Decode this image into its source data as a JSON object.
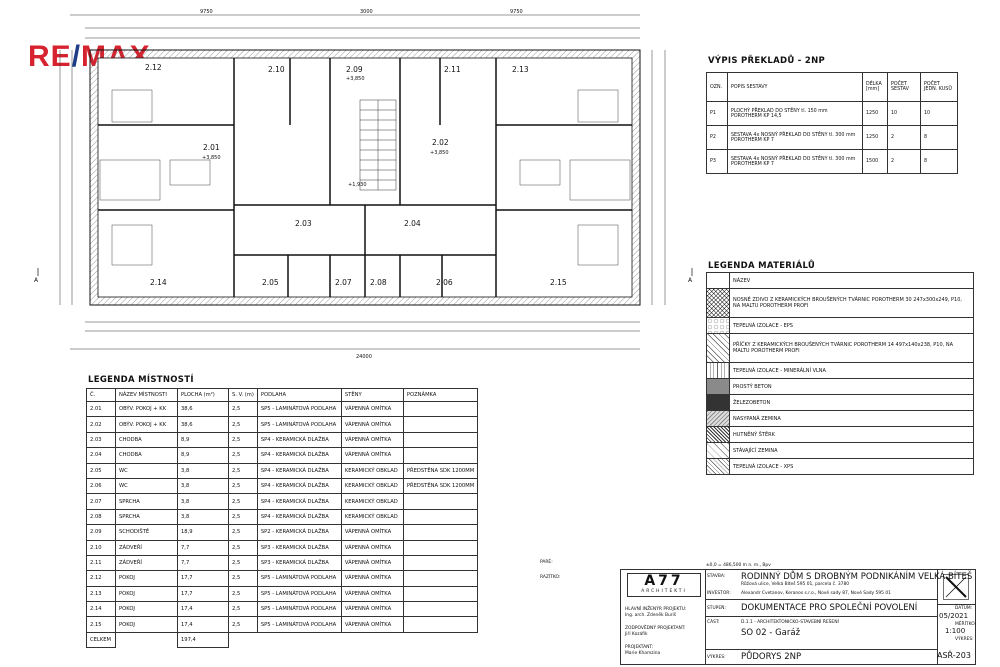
{
  "logo": {
    "re": "RE",
    "slash": "/",
    "max": "MAX"
  },
  "plan": {
    "rooms": [
      {
        "id": "2.12"
      },
      {
        "id": "2.10"
      },
      {
        "id": "2.09"
      },
      {
        "id": "2.11"
      },
      {
        "id": "2.13"
      },
      {
        "id": "2.01"
      },
      {
        "id": "2.02"
      },
      {
        "id": "2.03"
      },
      {
        "id": "2.04"
      },
      {
        "id": "2.14"
      },
      {
        "id": "2.05"
      },
      {
        "id": "2.06"
      },
      {
        "id": "2.07"
      },
      {
        "id": "2.08"
      },
      {
        "id": "2.15"
      }
    ],
    "levels": {
      "l201": "+3,850",
      "l202": "+3,850",
      "l209": "+3,850",
      "lstair": "+1,930"
    },
    "top_dims": [
      "9750",
      "3000",
      "9750"
    ],
    "total_dim": "24000",
    "axis_a": "A"
  },
  "rooms_legend": {
    "title": "LEGENDA MÍSTNOSTÍ",
    "headers": [
      "Č.",
      "NÁZEV MÍSTNOSTI",
      "PLOCHA (m²)",
      "S. V. (m)",
      "PODLAHA",
      "STĚNY",
      "POZNÁMKA"
    ],
    "rows": [
      [
        "2.01",
        "OBÝV. POKOJ + KK",
        "38,6",
        "2,5",
        "SP5 - LAMINÁTOVÁ PODLAHA",
        "VÁPENNÁ OMÍTKA",
        ""
      ],
      [
        "2.02",
        "OBÝV. POKOJ + KK",
        "38,6",
        "2,5",
        "SP5 - LAMINÁTOVÁ PODLAHA",
        "VÁPENNÁ OMÍTKA",
        ""
      ],
      [
        "2.03",
        "CHODBA",
        "8,9",
        "2,5",
        "SP4 - KERAMICKÁ DLAŽBA",
        "VÁPENNÁ OMÍTKA",
        ""
      ],
      [
        "2.04",
        "CHODBA",
        "8,9",
        "2,5",
        "SP4 - KERAMICKÁ DLAŽBA",
        "VÁPENNÁ OMÍTKA",
        ""
      ],
      [
        "2.05",
        "WC",
        "3,8",
        "2,5",
        "SP4 - KERAMICKÁ DLAŽBA",
        "KERAMICKÝ OBKLAD",
        "PŘEDSTĚNA SDK 1200MM"
      ],
      [
        "2.06",
        "WC",
        "3,8",
        "2,5",
        "SP4 - KERAMICKÁ DLAŽBA",
        "KERAMICKÝ OBKLAD",
        "PŘEDSTĚNA SDK 1200MM"
      ],
      [
        "2.07",
        "SPRCHA",
        "3,8",
        "2,5",
        "SP4 - KERAMICKÁ DLAŽBA",
        "KERAMICKÝ OBKLAD",
        ""
      ],
      [
        "2.08",
        "SPRCHA",
        "3,8",
        "2,5",
        "SP4 - KERAMICKÁ DLAŽBA",
        "KERAMICKÝ OBKLAD",
        ""
      ],
      [
        "2.09",
        "SCHODIŠTĚ",
        "18,9",
        "2,5",
        "SP2 - KERAMICKÁ DLAŽBA",
        "VÁPENNÁ OMÍTKA",
        ""
      ],
      [
        "2.10",
        "ZÁDVEŘÍ",
        "7,7",
        "2,5",
        "SP3 - KERAMICKÁ DLAŽBA",
        "VÁPENNÁ OMÍTKA",
        ""
      ],
      [
        "2.11",
        "ZÁDVEŘÍ",
        "7,7",
        "2,5",
        "SP3 - KERAMICKÁ DLAŽBA",
        "VÁPENNÁ OMÍTKA",
        ""
      ],
      [
        "2.12",
        "POKOJ",
        "17,7",
        "2,5",
        "SP5 - LAMINÁTOVÁ PODLAHA",
        "VÁPENNÁ OMÍTKA",
        ""
      ],
      [
        "2.13",
        "POKOJ",
        "17,7",
        "2,5",
        "SP5 - LAMINÁTOVÁ PODLAHA",
        "VÁPENNÁ OMÍTKA",
        ""
      ],
      [
        "2.14",
        "POKOJ",
        "17,4",
        "2,5",
        "SP5 - LAMINÁTOVÁ PODLAHA",
        "VÁPENNÁ OMÍTKA",
        ""
      ],
      [
        "2.15",
        "POKOJ",
        "17,4",
        "2,5",
        "SP5 - LAMINÁTOVÁ PODLAHA",
        "VÁPENNÁ OMÍTKA",
        ""
      ]
    ],
    "total_label": "CELKEM",
    "total_value": "197,4"
  },
  "lintels": {
    "title": "VÝPIS PŘEKLADŮ - 2NP",
    "headers": [
      "OZN.",
      "POPIS SESTAVY",
      "DÉLKA [mm]",
      "POČET SESTAV",
      "POČET JEDN. KUSŮ"
    ],
    "rows": [
      [
        "P1",
        "PLOCHÝ PŘEKLAD DO STĚNY tl. 150 mm POROTHERM KP 14,5",
        "1250",
        "10",
        "10"
      ],
      [
        "P2",
        "SESTAVA 4x NOSNÝ PŘEKLAD DO STĚNY tl. 300 mm POROTHERM KP 7",
        "1250",
        "2",
        "8"
      ],
      [
        "P3",
        "SESTAVA 4x NOSNÝ PŘEKLAD DO STĚNY tl. 300 mm POROTHERM KP 7",
        "1500",
        "2",
        "8"
      ]
    ]
  },
  "materials": {
    "title": "LEGENDA MATERIÁLŮ",
    "header": "NÁZEV",
    "items": [
      {
        "label": "NOSNÉ ZDIVO Z KERAMICKÝCH BROUŠENÝCH TVÁRNIC POROTHERM 30 247x300x249, P10, NA MALTU POROTHERM PROFI",
        "pattern": "cross"
      },
      {
        "label": "TEPELNÁ IZOLACE - EPS",
        "pattern": "eps"
      },
      {
        "label": "PŘÍČKY Z KERAMICKÝCH BROUŠENÝCH TVÁRNIC POROTHERM 14 497x140x238, P10, NA MALTU POROTHERM PROFI",
        "pattern": "diag"
      },
      {
        "label": "TEPELNÁ IZOLACE - MINERÁLNÍ VLNA",
        "pattern": "wool"
      },
      {
        "label": "PROSTÝ BETON",
        "pattern": "concrete"
      },
      {
        "label": "ŽELEZOBETON",
        "pattern": "rc"
      },
      {
        "label": "NASYPANÁ ZEMINA",
        "pattern": "soil"
      },
      {
        "label": "HUTNĚNÝ ŠTĚRK",
        "pattern": "gravel"
      },
      {
        "label": "STÁVAJÍCÍ ZEMINA",
        "pattern": "earth"
      },
      {
        "label": "TEPELNÁ IZOLACE - XPS",
        "pattern": "xps"
      }
    ]
  },
  "title_block": {
    "pare_label": "PARÉ:",
    "stamp_label": "RAZÍTKO:",
    "elevation": "±0,0 = 486,500 m n. m., Bpv",
    "stavba_label": "STAVBA:",
    "stavba": "RODINNÝ DŮM S DROBNÝM PODNIKÁNÍM VELKÁ BÍTEŠ",
    "address": "Růžová ulice, Velká Bíteš 595 01, parcela č. 3780",
    "investor_label": "INVESTOR:",
    "investor": "Alexandr Cvetanov, Keranos s.r.o., Nové sady 87, Nové Sady 595 01",
    "firm": "A77",
    "firm_sub": "ARCHITEKTI",
    "stupen_label": "STUPEŇ:",
    "stupen": "DOKUMENTACE PRO SPOLEČNÍ POVOLENÍ",
    "chief_label": "HLAVNÍ INŽENÝR PROJEKTU:",
    "chief": "Ing. arch. Zdeněk Buriš",
    "resp_label": "ZODPOVĚDNÝ PROJEKTANT:",
    "resp": "Jiří Kozáfík",
    "designer_label": "PROJEKTANT:",
    "designer": "Marie Khamzina",
    "cast_label": "ČÁST:",
    "cast": "D.1.1 - ARCHITEKTONICKO-STAVEBNÍ ŘEŠENÍ",
    "so": "SO 02 - Garáž",
    "vykres_label": "VÝKRES:",
    "vykres": "PŮDORYS 2NP",
    "datum_label": "DATUM:",
    "datum": "05/2021",
    "scale_label": "MĚŘÍTKO:",
    "scale": "1:100",
    "vykres_no_label": "VÝKRES:",
    "vykres_no": "ASŘ-203"
  }
}
